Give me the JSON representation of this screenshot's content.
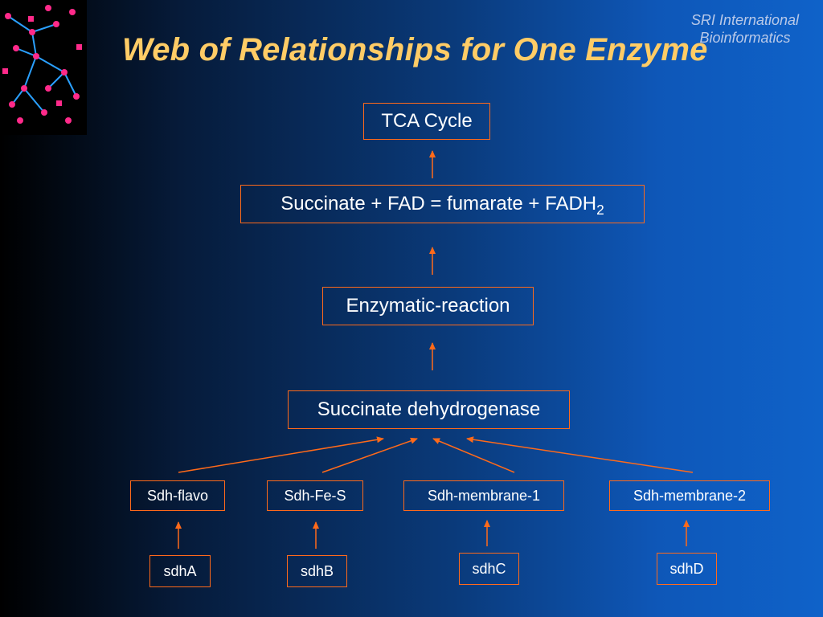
{
  "header": {
    "title": "Web of Relationships for One Enzyme",
    "org_line1": "SRI International",
    "org_line2": "Bioinformatics"
  },
  "diagram": {
    "pathway": "TCA Cycle",
    "reaction_main": "Succinate + FAD = fumarate + FADH",
    "reaction_sub": "2",
    "reaction_type": "Enzymatic-reaction",
    "enzyme": "Succinate dehydrogenase",
    "subunits": [
      "Sdh-flavo",
      "Sdh-Fe-S",
      "Sdh-membrane-1",
      "Sdh-membrane-2"
    ],
    "genes": [
      "sdhA",
      "sdhB",
      "sdhC",
      "sdhD"
    ]
  },
  "colors": {
    "box_border": "#ff6a1a",
    "arrow": "#ff6a1a",
    "title": "#ffcc66",
    "text": "#ffffff"
  }
}
